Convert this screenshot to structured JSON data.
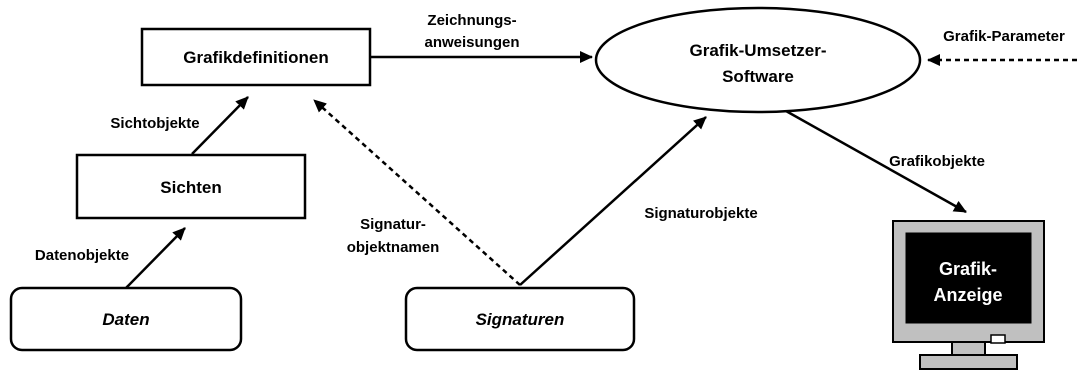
{
  "nodes": {
    "grafikdefinitionen": "Grafikdefinitionen",
    "sichten": "Sichten",
    "daten": "Daten",
    "signaturen": "Signaturen",
    "umsetzer_line1": "Grafik-Umsetzer-",
    "umsetzer_line2": "Software",
    "anzeige_line1": "Grafik-",
    "anzeige_line2": "Anzeige"
  },
  "edges": {
    "zeichnungs_line1": "Zeichnungs-",
    "zeichnungs_line2": "anweisungen",
    "grafik_parameter": "Grafik-Parameter",
    "sichtobjekte": "Sichtobjekte",
    "datenobjekte": "Datenobjekte",
    "signaturobjekte": "Signaturobjekte",
    "signatur_line1": "Signatur-",
    "signatur_line2": "objektnamen",
    "grafikobjekte": "Grafikobjekte"
  },
  "colors": {
    "line": "#000000",
    "monitor_bezel": "#c0c0c0",
    "monitor_screen": "#000000",
    "screen_text": "#ffffff"
  }
}
